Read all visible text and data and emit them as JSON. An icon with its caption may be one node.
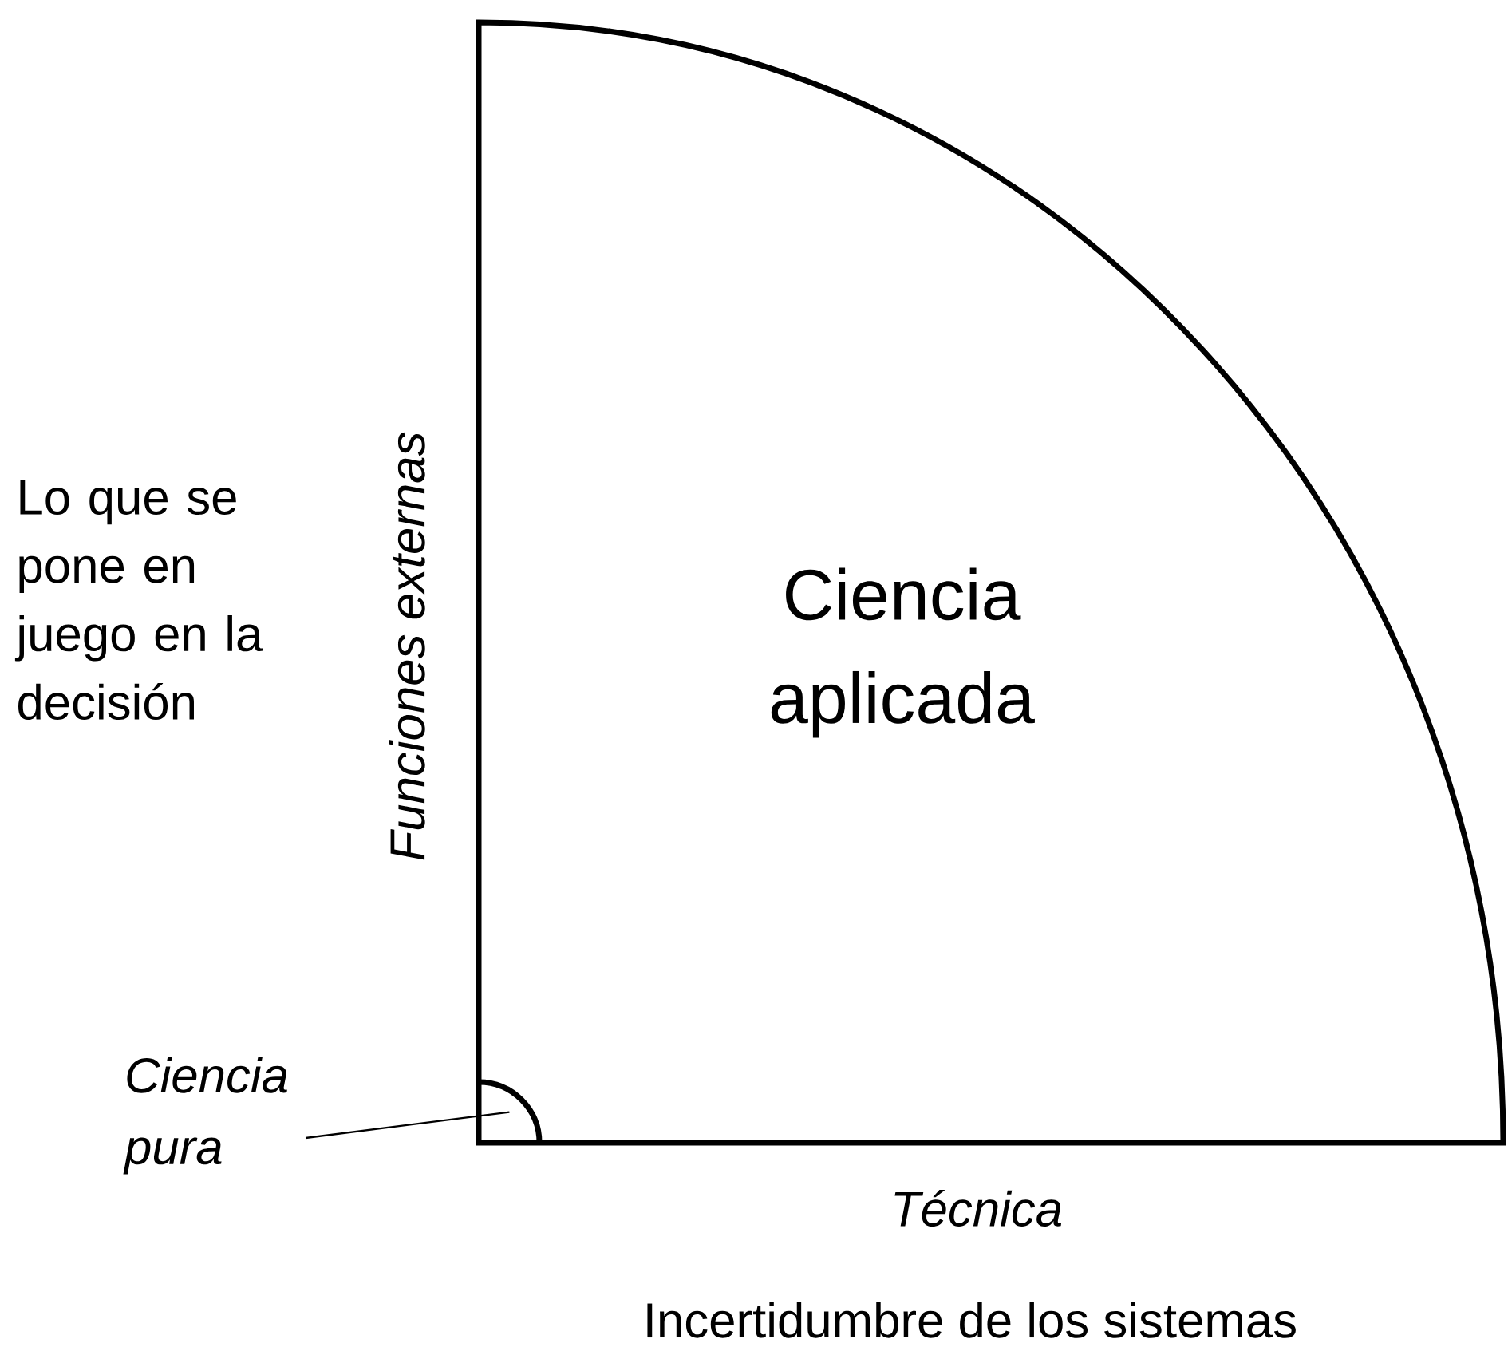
{
  "diagram": {
    "nodes": [
      {
        "text": [
          "Ciencia aplicada"
        ]
      },
      {
        "text": [],
        "shape": "circle",
        "in": 0
      },
      {
        "text": [
          "Ciencia pura"
        ]
      }
    ],
    "edges": [
      {
        "from": 2,
        "to": 1,
        "arrow": "none"
      }
    ],
    "labels": [
      "Funciones externas",
      "Lo que se pone en juego en la decisión",
      "Técnica",
      "Incertidumbre de los sistemas"
    ]
  }
}
